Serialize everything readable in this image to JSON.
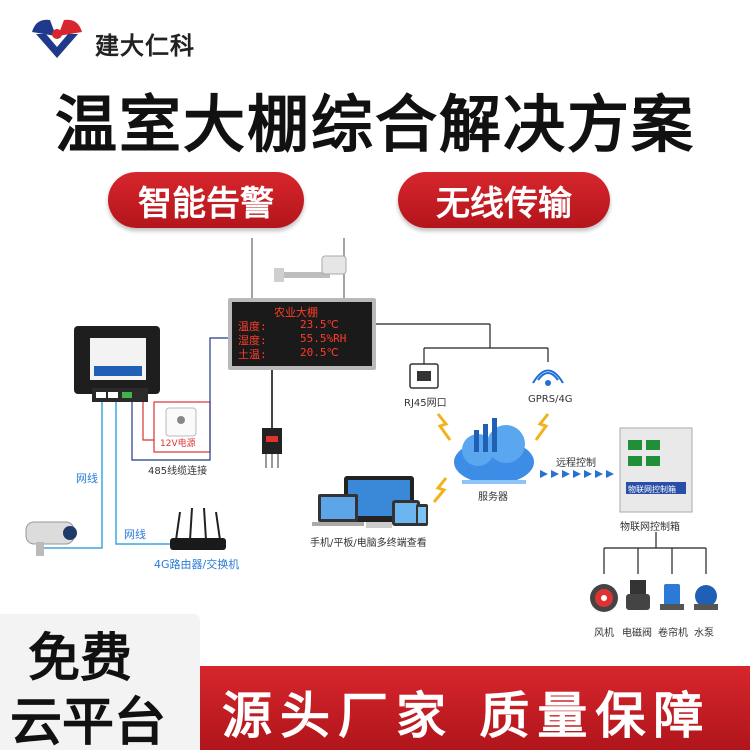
{
  "brand": {
    "name": "建大仁科",
    "accent": "#d7262d",
    "secondary": "#1f3a8a"
  },
  "headline": "温室大棚综合解决方案",
  "badges": [
    "智能告警",
    "无线传输"
  ],
  "diagram": {
    "led_screen": {
      "title": "农业大棚",
      "rows": [
        {
          "label": "温度:",
          "value": "23.5℃"
        },
        {
          "label": "湿度:",
          "value": "55.5%RH"
        },
        {
          "label": "土温:",
          "value": "20.5℃"
        }
      ]
    },
    "labels": {
      "power": "12V电源",
      "rs485": "485线缆连接",
      "cable_1": "网线",
      "cable_2": "网线",
      "router": "4G路由器/交换机",
      "rj45": "RJ45网口",
      "gprs": "GPRS/4G",
      "server": "服务器",
      "remote": "远程控制",
      "terminals": "手机/平板/电脑多终端查看",
      "iot_box": "物联网控制箱",
      "iot_box_plate": "物联网控制箱"
    },
    "devices": [
      "风机",
      "电磁阀",
      "卷帘机",
      "水泵"
    ]
  },
  "promo": {
    "free_line1": "免费",
    "free_line2": "云平台",
    "slogan": "源头厂家 质量保障"
  },
  "colors": {
    "bar": "#c41c22",
    "link": "#2b7bd6",
    "arrow": "#2b6fd1"
  }
}
